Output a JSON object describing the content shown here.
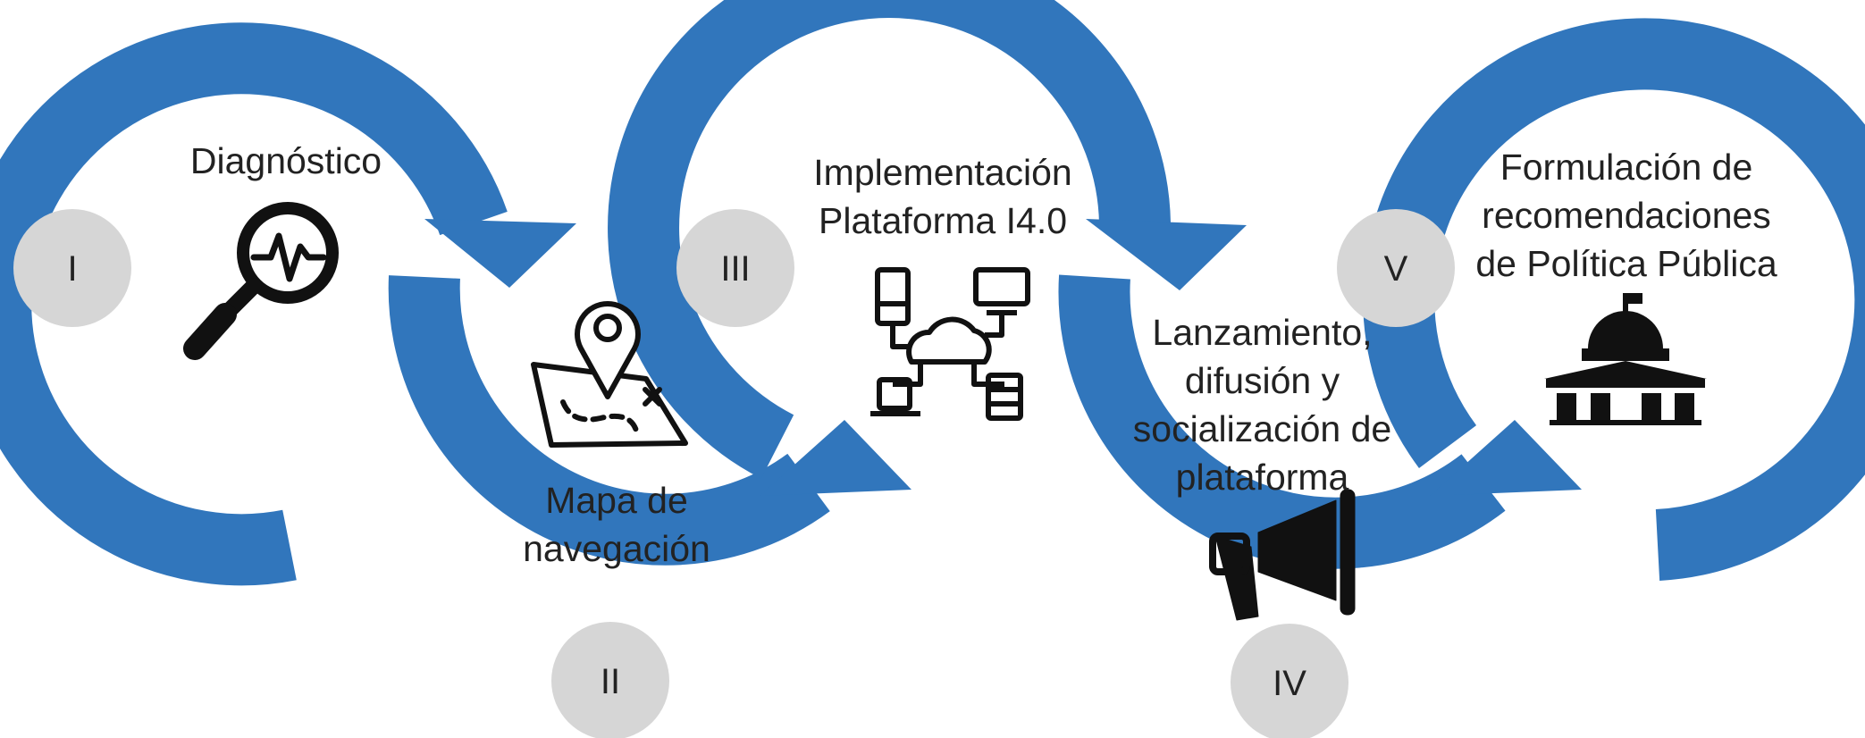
{
  "colors": {
    "ring": "#3176bc",
    "badge": "#d6d6d6",
    "icon": "#111111",
    "text": "#222222"
  },
  "steps": [
    {
      "numeral": "I",
      "label": "Diagnóstico",
      "icon": "magnifier-pulse-icon"
    },
    {
      "numeral": "II",
      "label": "Mapa de\nnavegación",
      "icon": "map-pin-icon"
    },
    {
      "numeral": "III",
      "label": "Implementación\nPlataforma I4.0",
      "icon": "cloud-network-icon"
    },
    {
      "numeral": "IV",
      "label": "Lanzamiento,\ndifusión y\nsocialización de\nplataforma",
      "icon": "megaphone-icon"
    },
    {
      "numeral": "V",
      "label": "Formulación de\nrecomendaciones\nde Política Pública",
      "icon": "government-building-icon"
    }
  ]
}
